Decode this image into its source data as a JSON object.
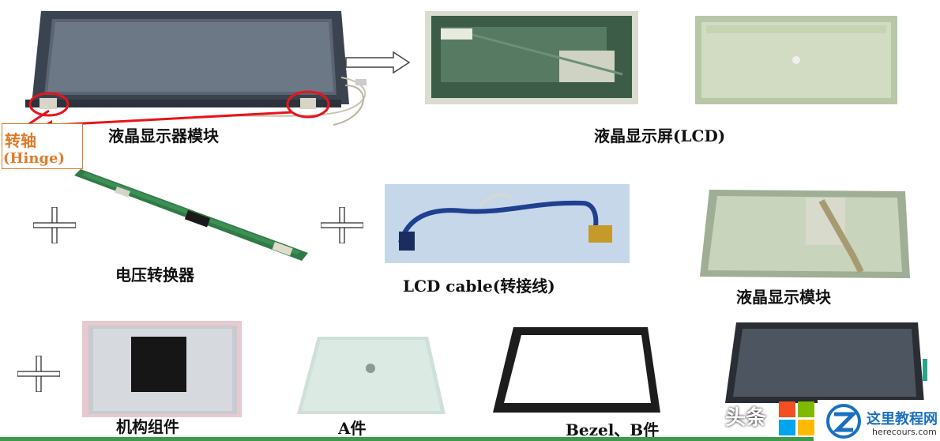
{
  "labels": {
    "lcd_module_assembly": "液晶显示器模块",
    "lcd_panel": "液晶显示屏(LCD)",
    "hinge_cn": "转轴",
    "hinge_en": "(Hinge)",
    "inverter": "电压转换器",
    "lcd_cable": "LCD cable(转接线)",
    "lcd_module": "液晶显示模块",
    "mechanical_parts": "机构组件",
    "a_cover": "A件",
    "bezel": "Bezel、B件"
  },
  "watermark": {
    "toutiao": "头条",
    "site_cn": "这里教程网",
    "site_en": "herecours.com"
  },
  "colors": {
    "hinge_label": "#e07a2a",
    "highlight_red": "#e8141c",
    "bottom_bar": "#3c9a4a"
  }
}
